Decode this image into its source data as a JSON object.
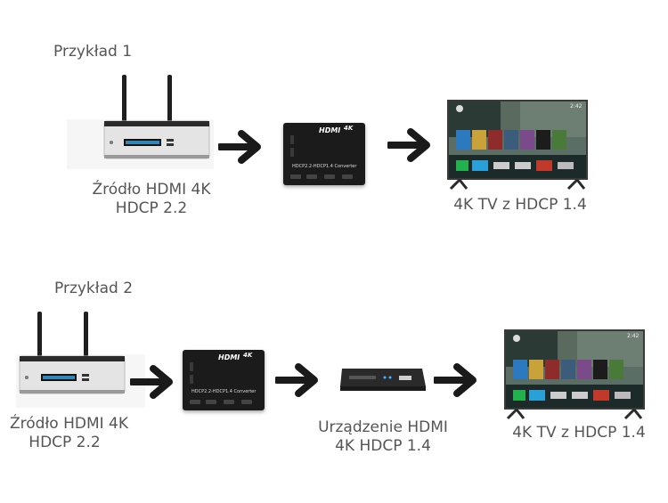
{
  "example1": {
    "title": "Przykład 1",
    "source_line1": "Źródło HDMI 4K",
    "source_line2": "HDCP 2.2",
    "converter_brand": "HDMI",
    "converter_badge": "4K",
    "converter_text": "HDCP2.2-HDCP1.4 Converter",
    "tv_label": "4K TV z HDCP 1.4",
    "tv_clock": "2:42"
  },
  "example2": {
    "title": "Przykład 2",
    "source_line1": "Źródło HDMI 4K",
    "source_line2": "HDCP 2.2",
    "converter_brand": "HDMI",
    "converter_badge": "4K",
    "converter_text": "HDCP2.2-HDCP1.4 Converter",
    "device_line1": "Urządzenie HDMI",
    "device_line2": "4K HDCP 1.4",
    "tv_label": "4K TV z HDCP 1.4",
    "tv_clock": "2:42"
  },
  "colors": {
    "text": "#555555",
    "arrow": "#1a1a1a",
    "device_body": "#e8e8e8",
    "box": "#1b1b1b",
    "tv_frame": "#3a3a3a"
  },
  "icons": [
    "router-icon",
    "arrow-right-icon",
    "converter-box-icon",
    "tv-icon",
    "hdmi-device-icon"
  ]
}
